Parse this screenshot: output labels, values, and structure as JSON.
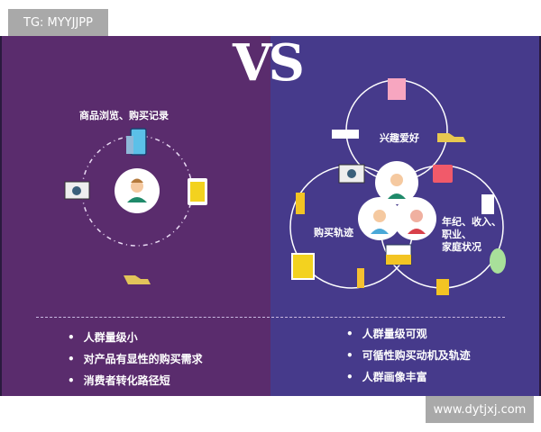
{
  "watermark_top": "TG: MYYJJPP",
  "watermark_bottom": "www.dytjxj.com",
  "vs_label": "VS",
  "colors": {
    "left_panel": "#5a2c6d",
    "right_panel": "#463a8b",
    "watermark": "#a9a9a9"
  },
  "left": {
    "diagram_label": "商品浏览、购买记录",
    "icons": [
      "phone-icon",
      "tablet-icon",
      "shoe-icon",
      "camera-icon",
      "user-avatar-icon"
    ],
    "bullets": [
      "人群量级小",
      "对产品有显性的购买需求",
      "消费者转化路径短"
    ]
  },
  "right": {
    "labels": {
      "interests": "兴趣爱好",
      "purchase_path": "购买轨迹",
      "demographics": [
        "年纪、收入、",
        "职业、",
        "家庭状况"
      ]
    },
    "icons": [
      "pig-icon",
      "goggles-icon",
      "shoe-icon",
      "video-icon",
      "camera-icon",
      "cream-tube-icon",
      "chef-icon",
      "tablet-icon",
      "lipstick-icon",
      "briefcase-icon",
      "baby-icon",
      "elderly-icon",
      "user-avatar-icon"
    ],
    "bullets": [
      "人群量级可观",
      "可循性购买动机及轨迹",
      "人群画像丰富"
    ]
  }
}
